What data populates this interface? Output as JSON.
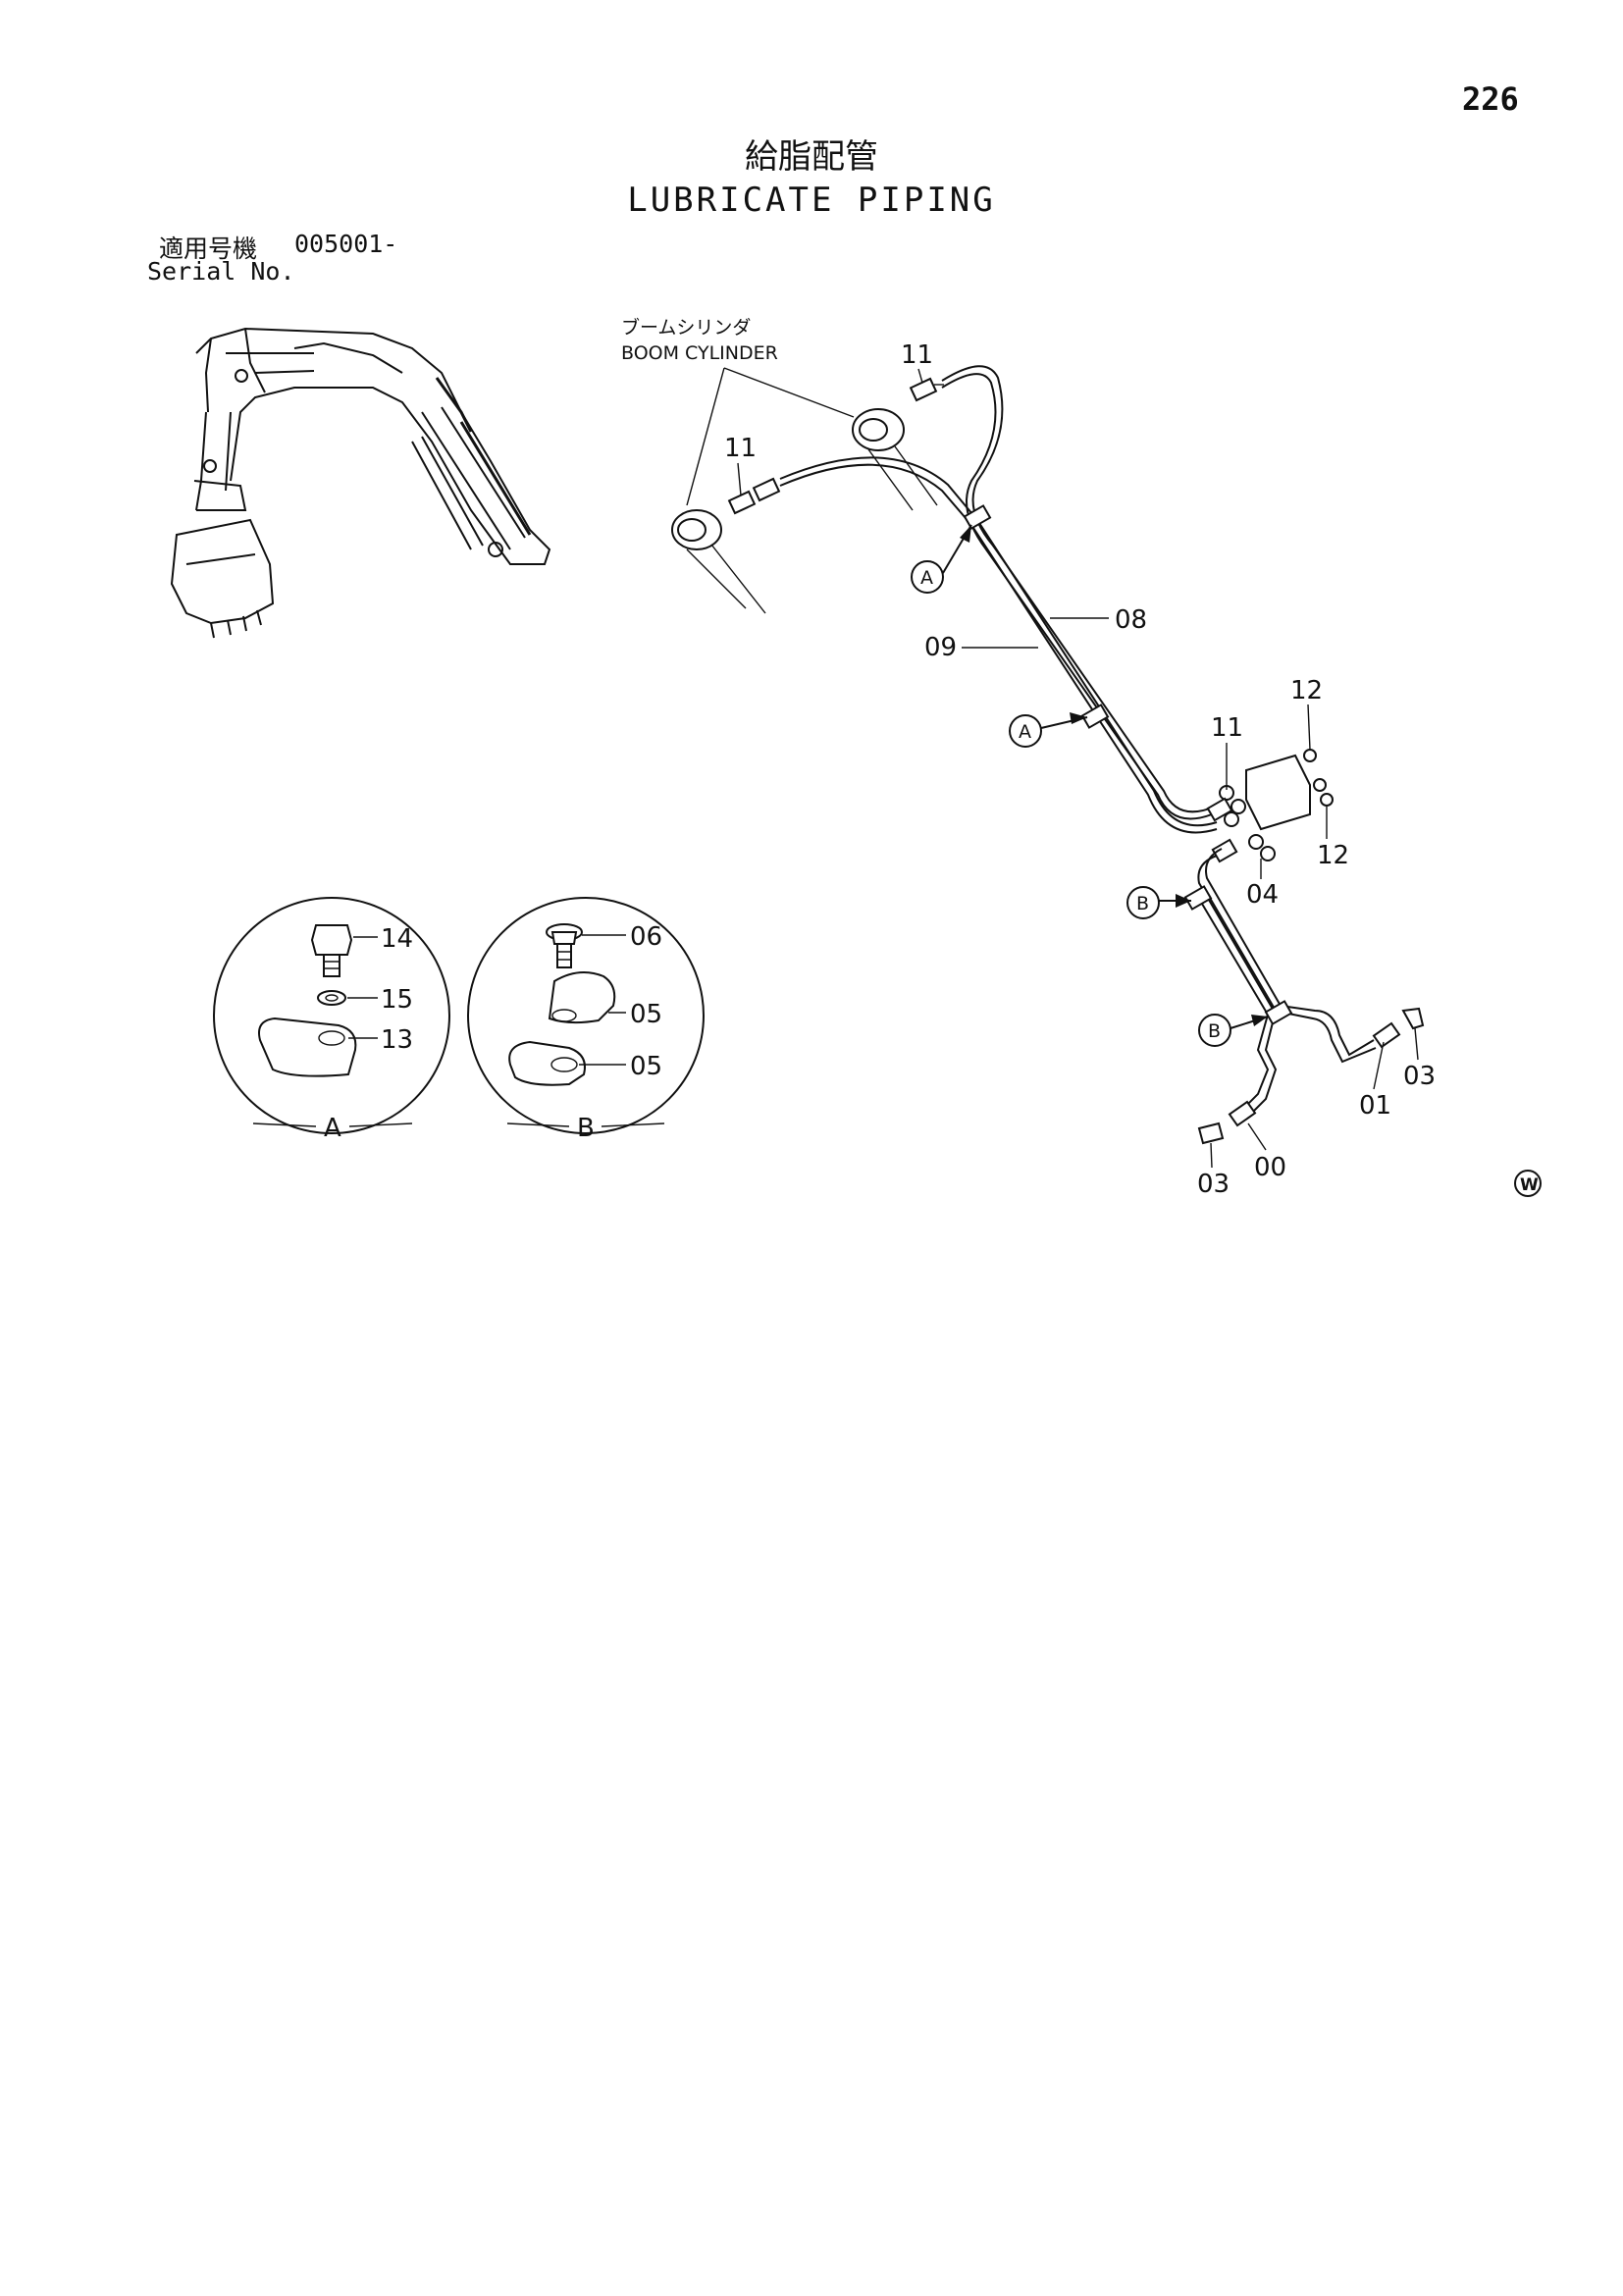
{
  "page_number": "226",
  "title_jp": "給脂配管",
  "title_en": "LUBRICATE PIPING",
  "serial": {
    "label_jp": "適用号機",
    "code": "005001-",
    "label_en": "Serial No."
  },
  "callouts": {
    "boom_cylinder_jp": "ブームシリンダ",
    "boom_cylinder_en": "BOOM CYLINDER",
    "part_00": "00",
    "part_01": "01",
    "part_03": "03",
    "part_04": "04",
    "part_05": "05",
    "part_06": "06",
    "part_08": "08",
    "part_09": "09",
    "part_11": "11",
    "part_12": "12",
    "part_13": "13",
    "part_14": "14",
    "part_15": "15",
    "view_a": "A",
    "view_b": "B",
    "w_mark": "W"
  }
}
